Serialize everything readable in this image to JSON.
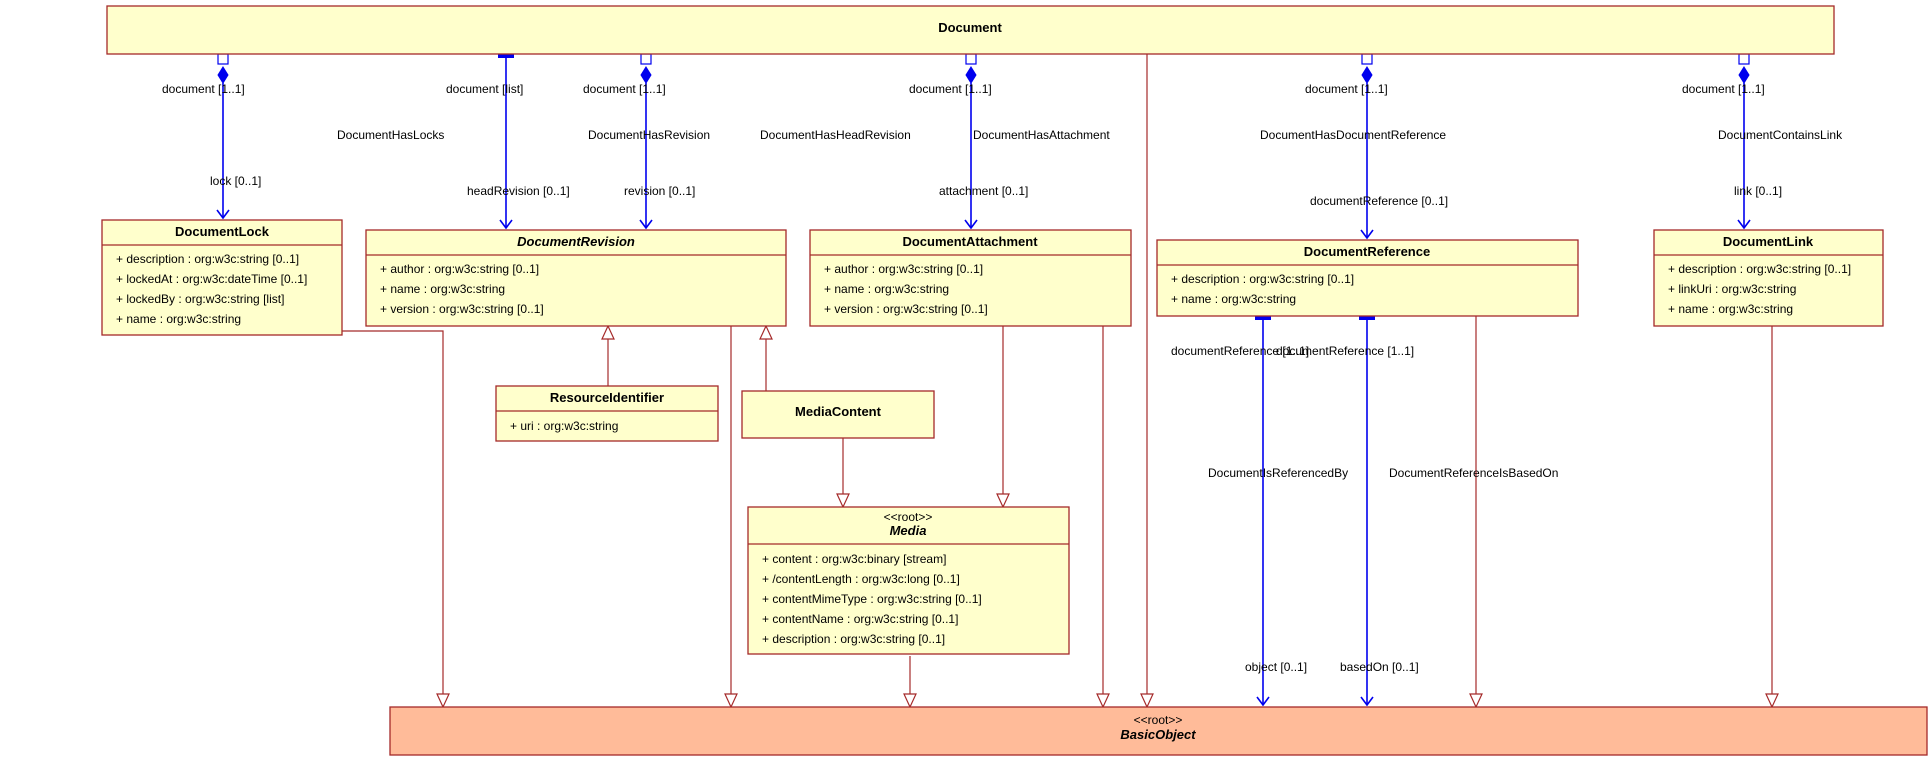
{
  "classes": {
    "document": {
      "name": "Document"
    },
    "lock": {
      "name": "DocumentLock",
      "attrs": [
        "+ description : org:w3c:string [0..1]",
        "+ lockedAt : org:w3c:dateTime [0..1]",
        "+ lockedBy : org:w3c:string [list]",
        "+ name : org:w3c:string"
      ]
    },
    "revision": {
      "name": "DocumentRevision",
      "attrs": [
        "+ author : org:w3c:string [0..1]",
        "+ name : org:w3c:string",
        "+ version : org:w3c:string [0..1]"
      ]
    },
    "attachment": {
      "name": "DocumentAttachment",
      "attrs": [
        "+ author : org:w3c:string [0..1]",
        "+ name : org:w3c:string",
        "+ version : org:w3c:string [0..1]"
      ]
    },
    "reference": {
      "name": "DocumentReference",
      "attrs": [
        "+ description : org:w3c:string [0..1]",
        "+ name : org:w3c:string"
      ]
    },
    "link": {
      "name": "DocumentLink",
      "attrs": [
        "+ description : org:w3c:string [0..1]",
        "+ linkUri : org:w3c:string",
        "+ name : org:w3c:string"
      ]
    },
    "resource": {
      "name": "ResourceIdentifier",
      "attrs": [
        "+ uri : org:w3c:string"
      ]
    },
    "mediaContent": {
      "name": "MediaContent"
    },
    "media": {
      "stereotype": "<<root>>",
      "name": "Media",
      "attrs": [
        "+ content : org:w3c:binary [stream]",
        "+ /contentLength : org:w3c:long [0..1]",
        "+ contentMimeType : org:w3c:string [0..1]",
        "+ contentName : org:w3c:string [0..1]",
        "+ description : org:w3c:string [0..1]"
      ]
    },
    "basic": {
      "stereotype": "<<root>>",
      "name": "BasicObject"
    }
  },
  "associations": {
    "locks": {
      "name": "DocumentHasLocks",
      "source_role": "document [1..1]",
      "target_role": "lock [0..1]"
    },
    "headRevision": {
      "name": "DocumentHasHeadRevision",
      "source_role": "document [list]",
      "target_role": "headRevision [0..1]"
    },
    "revision": {
      "name": "DocumentHasRevision",
      "source_role": "document [1..1]",
      "target_role": "revision [0..1]"
    },
    "attachment": {
      "name": "DocumentHasAttachment",
      "source_role": "document [1..1]",
      "target_role": "attachment [0..1]"
    },
    "documentReference": {
      "name": "DocumentHasDocumentReference",
      "source_role": "document [1..1]",
      "target_role": "documentReference [0..1]"
    },
    "link": {
      "name": "DocumentContainsLink",
      "source_role": "document [1..1]",
      "target_role": "link [0..1]"
    },
    "referencedBy": {
      "name": "DocumentIsReferencedBy",
      "source_role": "documentReference [1..1]",
      "target_role": "object [0..1]"
    },
    "basedOn": {
      "name": "DocumentReferenceIsBasedOn",
      "source_role": "documentReference [1..1]",
      "target_role": "basedOn [0..1]"
    }
  }
}
